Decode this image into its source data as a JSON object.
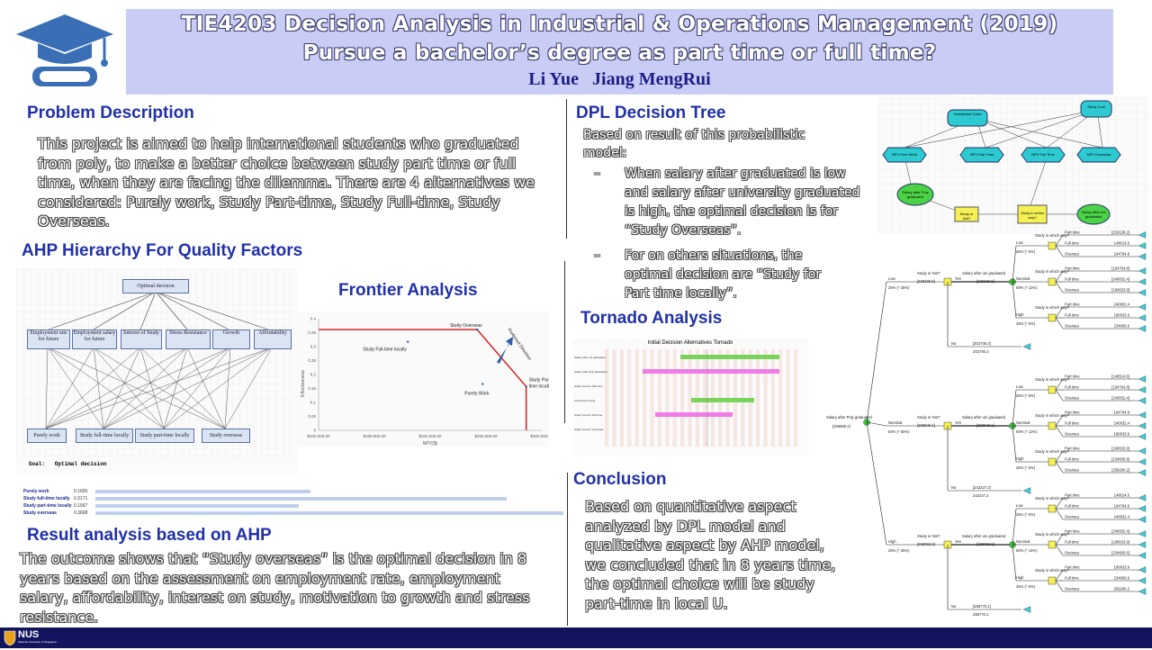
{
  "header": {
    "title_line1": "TIE4203 Decision Analysis in Industrial & Operations Management (2019)",
    "title_line2": "Pursue a bachelor’s degree as part time or full time?",
    "authors": "Li Yue   Jiang MengRui"
  },
  "problem": {
    "heading": "Problem Description",
    "text": "This project is aimed to help international students who graduated from poly, to make a better choice between study part time or full time, when they are facing the dilemma. There are 4 alternatives we considered: Purely work, Study Part-time, Study Full-time, Study Overseas."
  },
  "ahp": {
    "heading": "AHP Hierarchy  For Quality  Factors",
    "goal": "Optimal decision",
    "criteria": [
      "Employment rate for future",
      "Employment salary for future",
      "Interest of Study",
      "Stress Resistance",
      "Growth",
      "Affordability"
    ],
    "alternatives": [
      "Purely work",
      "Study full-time locally",
      "Study part-time locally",
      "Study overseas"
    ],
    "goal_caption": "Goal:   Optimal decision",
    "results": [
      {
        "label": "Purely work",
        "value": 0.1655
      },
      {
        "label": "Study full-time locally",
        "value": 0.3171
      },
      {
        "label": "Study part-time locally",
        "value": 0.1567
      },
      {
        "label": "Study overseas",
        "value": 0.3608
      }
    ]
  },
  "frontier": {
    "heading": "Frontier Analysis",
    "chart_data": {
      "type": "scatter",
      "xlabel": "NPV($)",
      "ylabel": "Effectiveness",
      "xlim": [
        100000,
        300000
      ],
      "ylim": [
        0,
        0.4
      ],
      "x_ticks": [
        "$100,000.00",
        "$150,000.00",
        "$200,000.00",
        "$250,000.00",
        "$300,000.00"
      ],
      "y_ticks": [
        "0",
        "0.05",
        "0.1",
        "0.15",
        "0.2",
        "0.25",
        "0.3",
        "0.35",
        "0.4"
      ],
      "points": [
        {
          "label": "Study Overseas",
          "x": 242000,
          "y": 0.361
        },
        {
          "label": "Study Full-time locally",
          "x": 180000,
          "y": 0.317
        },
        {
          "label": "Purely Work",
          "x": 247000,
          "y": 0.166
        },
        {
          "label": "Study Part-time locally",
          "x": 286000,
          "y": 0.157
        }
      ],
      "annotation": "Preferred Direction"
    }
  },
  "result": {
    "heading": "Result analysis based on AHP",
    "text": "The outcome shows that “Study overseas” is the optimal decision in 8 years based on the assessment on employment rate, employment salary, affordability, interest on study, motivation to growth and stress resistance."
  },
  "dpl": {
    "heading": "DPL Decision Tree",
    "intro": "Based on result of this probabilistic model:",
    "bullets": [
      "When salary after graduated is low and salary after university graduated is high, the optimal decision is for “Study Overseas”.",
      "For on others situations, the optimal decision are “Study for Part time locally”."
    ],
    "influence_nodes": [
      "Investment Costs",
      "Study Cost",
      "NPV Pure Work",
      "NPV Part Time",
      "NPV Full Time",
      "NPV Overseas",
      "Salary after Poly graduated",
      "Study or Not?",
      "Study in which way?",
      "Salary after uni graduated"
    ],
    "tree": {
      "root": "Salary after Poly graduated",
      "root_value": "[266860.2]",
      "branches": [
        {
          "label": "Low",
          "prob": "25% (* 25%)",
          "node": "Study or Not?",
          "value": "[236336.9]",
          "sub_value": "[236336.9]",
          "no": "[202746.3]",
          "no2": "202746.3"
        },
        {
          "label": "Nominal",
          "prob": "50% (* 50%)",
          "node": "Study or Not?",
          "value": "[266646.1]",
          "sub_value": "[266646.1]",
          "no": "[242227.2]",
          "no2": "242227.2"
        },
        {
          "label": "High",
          "prob": "25% (* 25%)",
          "node": "Study or Not?",
          "value": "[286092.8]",
          "sub_value": "[286092.8]",
          "no": "[286770.1]",
          "no2": "286770.1"
        }
      ],
      "labels": {
        "yes": "Yes",
        "no": "No",
        "uni": "Salary after uni graduated",
        "which": "Study in which way?",
        "pt": "Part time",
        "ft": "Full time",
        "ov": "Oversea",
        "low": "Low",
        "nominal": "Nominal",
        "high": "High"
      },
      "uni_probs": [
        "25% (* 6%)",
        "50% (* 13%)",
        "25% (* 6%)"
      ],
      "leaf_values": [
        "[216128.2]",
        "[146514.6]",
        "148014.6",
        "[194764.8]",
        "194764.8",
        "[240832.4]",
        "240832.4",
        "[180633.9]",
        "180633.9",
        "[234606.6]",
        "234606.6",
        "[259290.2]",
        "259290.2",
        "[186727.4]",
        "186727.4",
        "[266660.6]",
        "266660.6"
      ]
    }
  },
  "tornado": {
    "heading": "Tornado Analysis",
    "chart_title": "Initial Decision Alternatives Tornado",
    "rows": [
      "Salary after uni graduated",
      "Salary after Poly graduated",
      "Study Cost for Part time",
      "Investment Costs",
      "Study Cost for Full time",
      "Study Cost for Overseas"
    ]
  },
  "conclusion": {
    "heading": "Conclusion",
    "text": "Based on quantitative aspect analyzed by DPL model and qualitative aspect by AHP model, we concluded that in 8 years time, the optimal choice will be study part-time in local U."
  },
  "footer": {
    "logo_text": "NUS",
    "sub": "National University of Singapore"
  },
  "colors": {
    "header_bg": "#c9cdf6",
    "heading": "#2131a8",
    "footer": "#12155e",
    "cap_icon": "#3b6fb5"
  }
}
